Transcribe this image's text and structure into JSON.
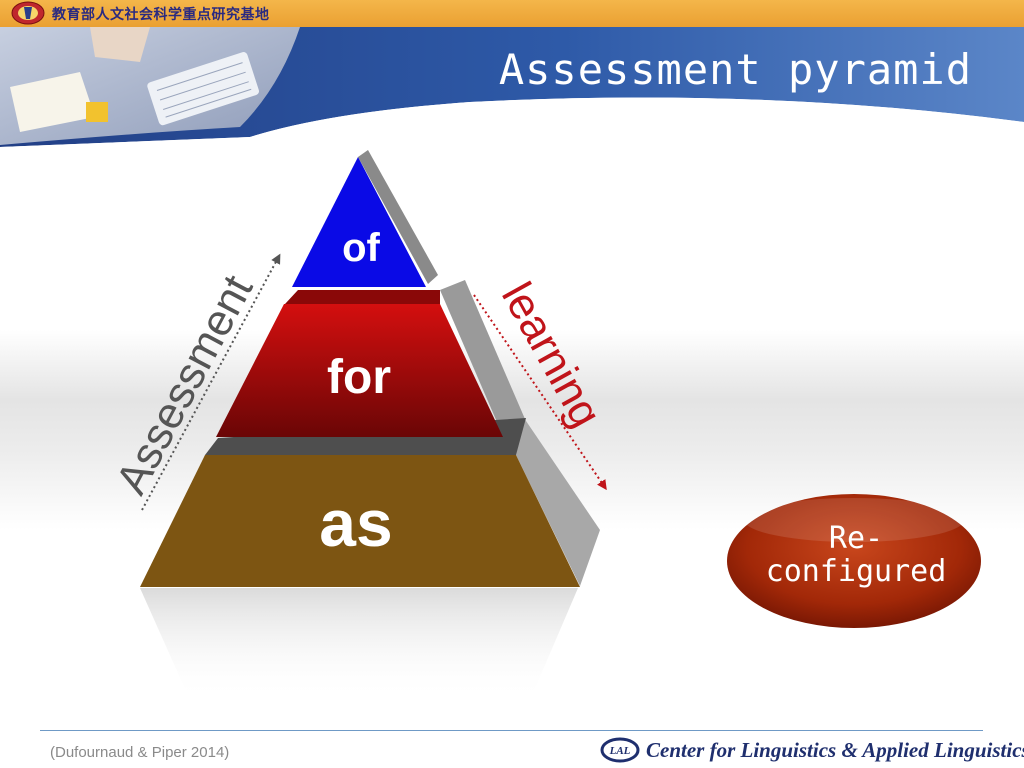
{
  "header": {
    "institution": "教育部人文社会科学重点研究基地",
    "title": "Assessment pyramid"
  },
  "pyramid": {
    "tiers": [
      {
        "label": "of",
        "color": "#0a0ae6"
      },
      {
        "label": "for",
        "color": "#b00a0a"
      },
      {
        "label": "as",
        "color": "#7d5512"
      }
    ],
    "left_arrow_label": "Assessment",
    "right_arrow_label": "learning"
  },
  "reconfigured": {
    "lines": [
      "Re-",
      "configured"
    ],
    "color": "#a82c0a"
  },
  "footer": {
    "citation": "(Dufournaud & Piper 2014)",
    "center_logo_text": "LAL",
    "center_name": "Center for Linguistics & Applied Linguistics"
  },
  "colors": {
    "top_strip": "#eaa032",
    "header_blue": "#2a4f98"
  }
}
